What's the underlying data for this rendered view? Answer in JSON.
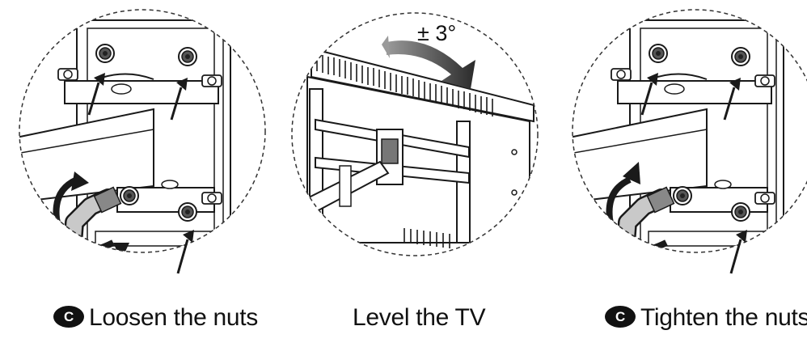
{
  "panels": [
    {
      "id": "loosen",
      "badge": "C",
      "caption": "Loosen the nuts"
    },
    {
      "id": "level",
      "caption": "Level the TV",
      "tilt_label": "± 3°"
    },
    {
      "id": "tighten",
      "badge": "C",
      "caption": "Tighten the nuts"
    }
  ],
  "colors": {
    "line": "#1a1a1a",
    "arrow_dark": "#3a3a3a",
    "badge_bg": "#111111"
  }
}
